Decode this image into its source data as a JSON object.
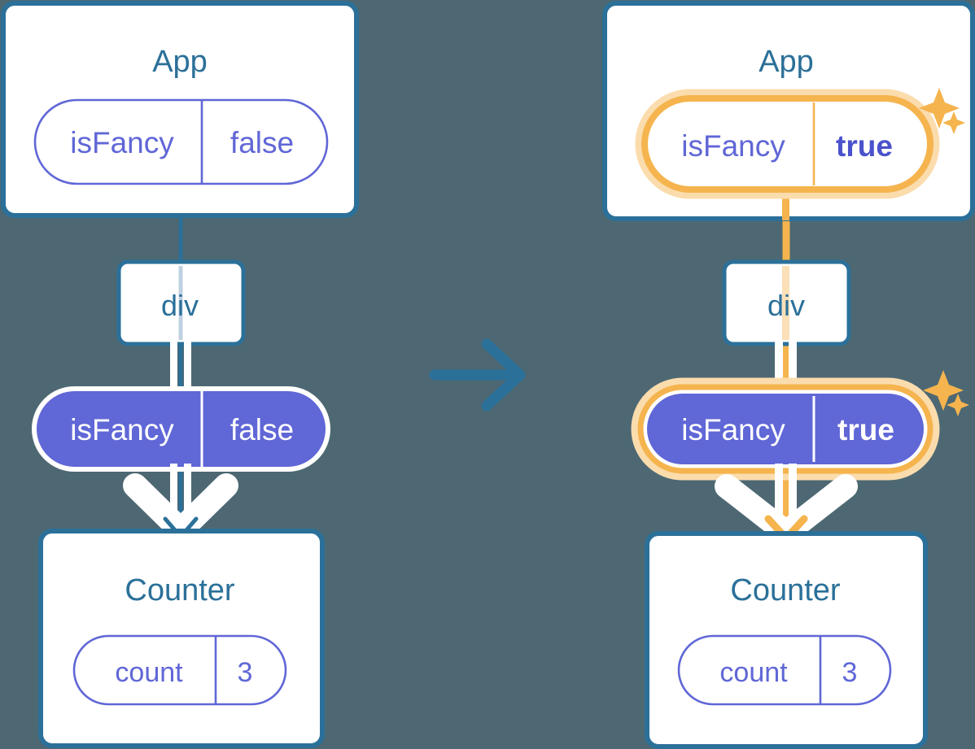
{
  "meta": {
    "background_color": "#4d6873",
    "title": "React state propagation diagram: App isFancy false to true"
  },
  "colors": {
    "box_border_blue": "#2b7099",
    "box_fill_white": "#ffffff",
    "text_blue": "#2b7099",
    "pill_purple": "#6067d6",
    "pill_purple_text": "#ffffff",
    "pill_outline_purple": "#6067d6",
    "highlight_orange": "#f5b44e",
    "highlight_glow": "#fbdcad",
    "connector_white": "#ffffff",
    "connector_light_blue": "#bfd0e0",
    "connector_light_orange": "#fbdfb6"
  },
  "before": {
    "name": "before-diagram",
    "app_box": {
      "label": "App",
      "pill": {
        "key": "isFancy",
        "value": "false",
        "style": "outline",
        "highlighted": false
      }
    },
    "div_box": {
      "label": "div"
    },
    "prop_pill": {
      "key": "isFancy",
      "value": "false",
      "style": "filled",
      "highlighted": false
    },
    "counter_box": {
      "label": "Counter",
      "pill": {
        "key": "count",
        "value": "3",
        "style": "outline",
        "highlighted": false
      }
    }
  },
  "transition": {
    "name": "transition-arrow",
    "direction": "right"
  },
  "after": {
    "name": "after-diagram",
    "app_box": {
      "label": "App",
      "pill": {
        "key": "isFancy",
        "value": "true",
        "style": "outline",
        "highlighted": true
      },
      "sparkles": 2
    },
    "div_box": {
      "label": "div"
    },
    "prop_pill": {
      "key": "isFancy",
      "value": "true",
      "style": "filled",
      "highlighted": true,
      "sparkles": 2
    },
    "counter_box": {
      "label": "Counter",
      "pill": {
        "key": "count",
        "value": "3",
        "style": "outline",
        "highlighted": false
      }
    }
  }
}
